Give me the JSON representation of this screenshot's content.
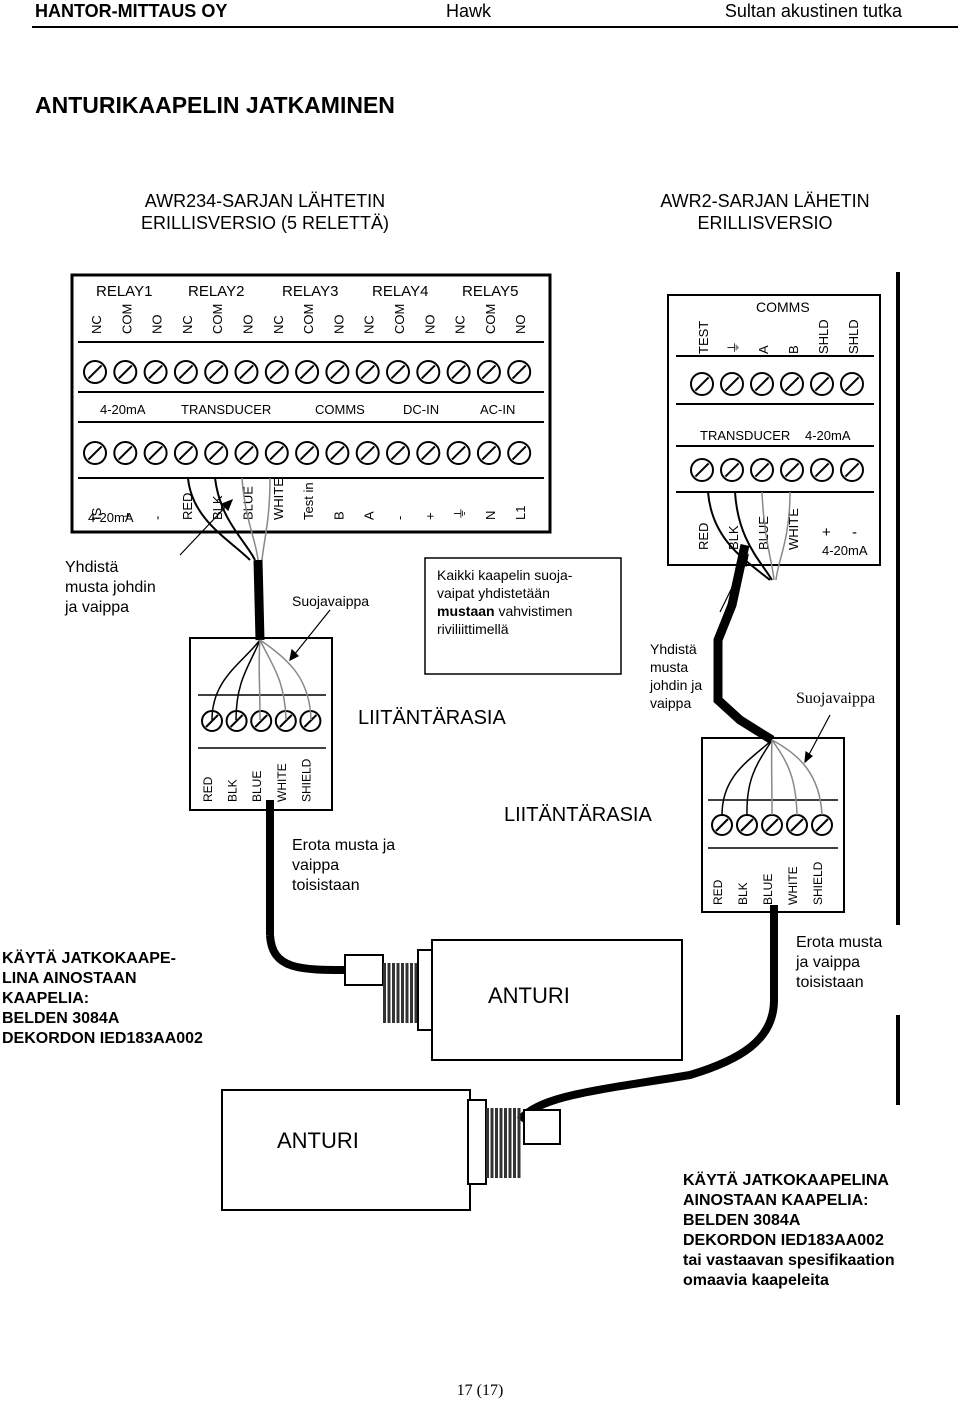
{
  "header": {
    "company": "HANTOR-MITTAUS OY",
    "product": "Hawk",
    "description": "Sultan akustinen tutka"
  },
  "title": "ANTURIKAAPELIN  JATKAMINEN",
  "left_panel": {
    "heading_line1": "AWR234-SARJAN LÄHTETIN",
    "heading_line2": "ERILLISVERSIO (5 RELETTÄ)",
    "top_group_labels": [
      "RELAY1",
      "RELAY2",
      "RELAY3",
      "RELAY4",
      "RELAY5"
    ],
    "top_terminals": [
      "NC",
      "COM",
      "NO",
      "NC",
      "COM",
      "NO",
      "NC",
      "COM",
      "NO",
      "NC",
      "COM",
      "NO",
      "NC",
      "COM",
      "NO"
    ],
    "mid_group_labels": [
      "4-20mA",
      "TRANSDUCER",
      "COMMS",
      "DC-IN",
      "AC-IN"
    ],
    "bottom_terminals": [
      "IS",
      "+",
      "-",
      "RED",
      "BLK",
      "BLUE",
      "WHITE",
      "Test in",
      "B",
      "A",
      "-",
      "+",
      "⏚",
      "N",
      "L1"
    ],
    "bottom_subtitle": "4-20mA",
    "note_connect": [
      "Yhdistä",
      "musta johdin",
      "ja vaippa"
    ],
    "note_shield": "Suojavaippa",
    "box_note_line1": "Kaikki kaapelin suoja-",
    "box_note_line2": "vaipat yhdistetään",
    "box_note_bold": "mustaan",
    "box_note_line3_rest": " vahvistimen",
    "box_note_line4": "riviliittimellä",
    "junction_label": "LIITÄNTÄRASIA",
    "junction_terminals": [
      "RED",
      "BLK",
      "BLUE",
      "WHITE",
      "SHIELD"
    ],
    "note_separate": [
      "Erota musta ja",
      "vaippa",
      "toisistaan"
    ],
    "cable_note": [
      "KÄYTÄ JATKOKAAPE-",
      "LINA AINOSTAAN",
      "KAAPELIA:",
      "BELDEN 3084A",
      "DEKORDON IED183AA002"
    ],
    "sensor_label": "ANTURI"
  },
  "right_panel": {
    "heading_line1": "AWR2-SARJAN LÄHETIN",
    "heading_line2": "ERILLISVERSIO",
    "top_group_label": "COMMS",
    "top_terminals": [
      "TEST",
      "⏚",
      "A",
      "B",
      "SHLD",
      "SHLD"
    ],
    "mid_group_labels": [
      "TRANSDUCER",
      "4-20mA"
    ],
    "bottom_terminals": [
      "RED",
      "BLK",
      "BLUE",
      "WHITE",
      "+",
      "-"
    ],
    "bottom_subtitle": "4-20mA",
    "note_connect": [
      "Yhdistä",
      "musta",
      "johdin ja",
      "vaippa"
    ],
    "note_shield": "Suojavaippa",
    "junction_label": "LIITÄNTÄRASIA",
    "junction_terminals": [
      "RED",
      "BLK",
      "BLUE",
      "WHITE",
      "SHIELD"
    ],
    "note_separate": [
      "Erota musta",
      "ja vaippa",
      "toisistaan"
    ],
    "sensor_label": "ANTURI",
    "cable_note": [
      "KÄYTÄ JATKOKAAPELINA",
      "AINOSTAAN KAAPELIA:",
      "BELDEN 3084A",
      "DEKORDON IED183AA002",
      "tai vastaavan spesifikaation",
      "omaavia kaapeleita"
    ]
  },
  "footer": {
    "page": "17 (17)"
  }
}
